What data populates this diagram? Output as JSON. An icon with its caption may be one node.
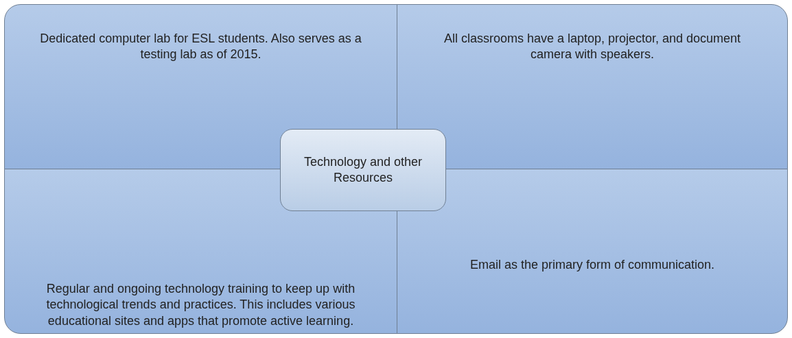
{
  "diagram": {
    "nodes": [
      {
        "text": [
          "Dedicated computer lab for ESL students. Also serves as a testing lab as of 2015."
        ]
      },
      {
        "text": [
          "All classrooms have a laptop, projector, and document camera with speakers."
        ]
      },
      {
        "text": [
          "Technology and other Resources"
        ]
      },
      {
        "text": [
          "Regular and ongoing technology training to keep up with technological trends and practices. This includes various educational sites and apps that promote active learning."
        ]
      },
      {
        "text": [
          "Email as the primary form of communication."
        ]
      }
    ]
  }
}
